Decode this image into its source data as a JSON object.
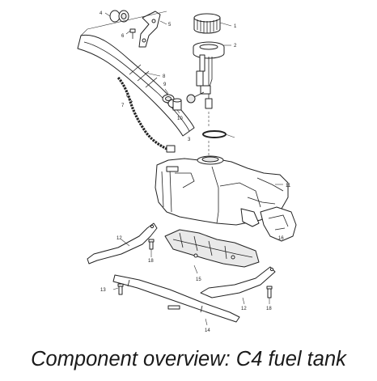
{
  "caption": "Component overview: C4 fuel tank",
  "callouts": {
    "c1": "1",
    "c2": "2",
    "c3": "3",
    "c4": "4",
    "c5": "5",
    "c6": "6",
    "c7": "7",
    "c8": "8",
    "c9": "9",
    "c10": "10",
    "c11": "11",
    "c12a": "12",
    "c12b": "12",
    "c13": "13",
    "c14": "14",
    "c15": "15",
    "c16": "16",
    "c18a": "18",
    "c18b": "18"
  }
}
